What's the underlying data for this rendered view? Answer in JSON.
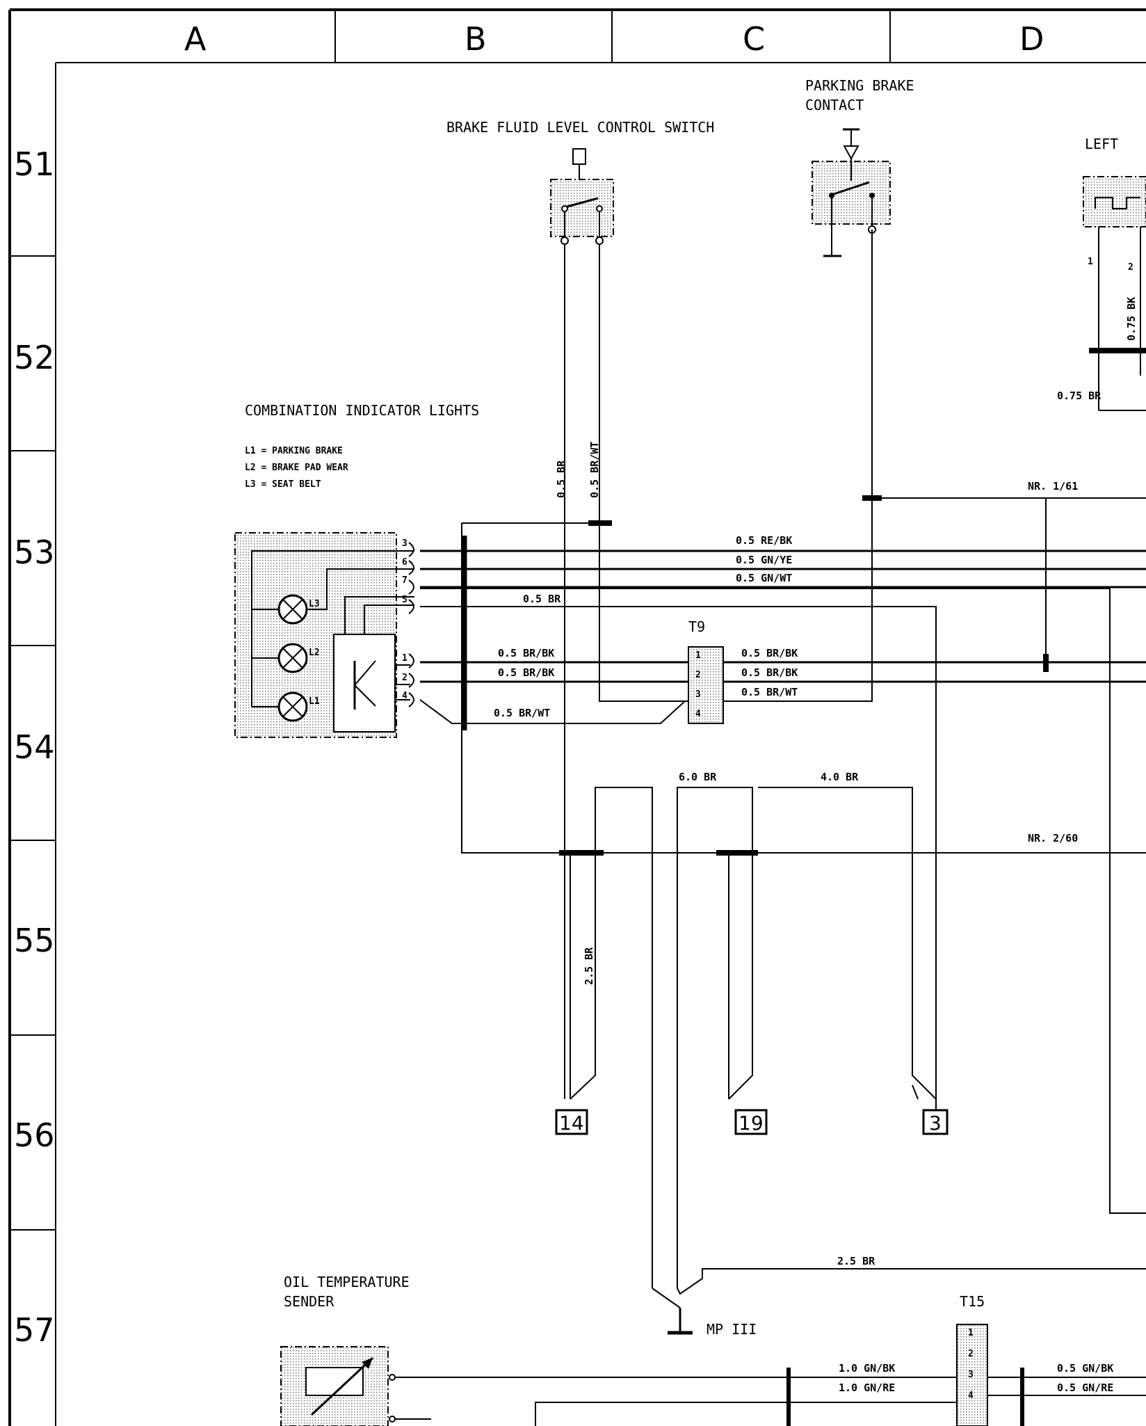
{
  "columns": [
    "A",
    "B",
    "C",
    "D"
  ],
  "rows": [
    "51",
    "52",
    "53",
    "54",
    "55",
    "56",
    "57"
  ],
  "components": {
    "brake_fluid_switch": "BRAKE FLUID LEVEL CONTROL SWITCH",
    "parking_brake_line1": "PARKING BRAKE",
    "parking_brake_line2": "CONTACT",
    "left": "LEFT",
    "combination_title": "COMBINATION INDICATOR LIGHTS",
    "legend": [
      "L1 = PARKING BRAKE",
      "L2 = BRAKE PAD WEAR",
      "L3 = SEAT BELT"
    ],
    "lamp_labels": [
      "L3",
      "L2",
      "L1"
    ],
    "oil_temp_line1": "OIL TEMPERATURE",
    "oil_temp_line2": "SENDER",
    "t9": "T9",
    "t15": "T15",
    "mp": "MP III"
  },
  "wire_labels": {
    "re_bk": "0.5 RE/BK",
    "gn_ye": "0.5 GN/YE",
    "gn_wt": "0.5 GN/WT",
    "br_05": "0.5 BR",
    "br_bk_left1": "0.5 BR/BK",
    "br_bk_left2": "0.5 BR/BK",
    "br_wt_left": "0.5 BR/WT",
    "br_bk_right1": "0.5 BR/BK",
    "br_bk_right2": "0.5 BR/BK",
    "br_wt_right": "0.5 BR/WT",
    "br_60": "6.0 BR",
    "br_40": "4.0 BR",
    "br_25_vert": "2.5 BR",
    "br_25_horz": "2.5 BR",
    "vert_05br": "0.5 BR",
    "vert_05brwt": "0.5 BR/WT",
    "vert_075bk": "0.75 BK",
    "br_075": "0.75 BR",
    "nr_161": "NR. 1/61",
    "nr_260": "NR. 2/60",
    "gn_bk_10": "1.0 GN/BK",
    "gn_re_10": "1.0 GN/RE",
    "gn_bk_05": "0.5 GN/BK",
    "gn_re_05": "0.5 GN/RE"
  },
  "pins": {
    "combo_upper": [
      "3",
      "6",
      "7",
      "5"
    ],
    "combo_lower": [
      "1",
      "2",
      "4"
    ],
    "t9": [
      "1",
      "2",
      "3",
      "4"
    ],
    "t15": [
      "1",
      "2",
      "3",
      "4"
    ],
    "left": [
      "1",
      "2"
    ]
  },
  "references": [
    "14",
    "19",
    "3"
  ]
}
